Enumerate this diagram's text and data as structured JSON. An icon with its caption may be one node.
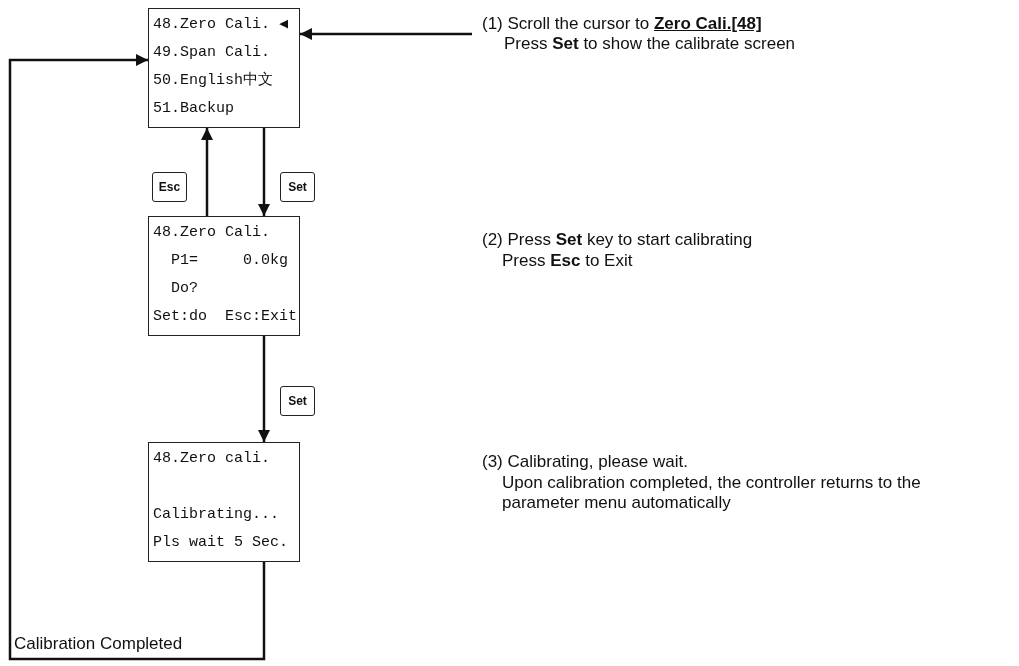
{
  "diagram": {
    "nodes": [
      {
        "text": [
          "48.Zero Cali. ◀",
          "49.Span Cali.",
          "50.English中文",
          "51.Backup"
        ]
      },
      {
        "text": [
          "48.Zero Cali.",
          "  P1=     0.0kg",
          "  Do?",
          "Set:do  Esc:Exit"
        ]
      },
      {
        "text": [
          "48.Zero cali.",
          "Calibrating...",
          "Pls wait 5 Sec."
        ]
      },
      {
        "text": [
          "Esc"
        ]
      },
      {
        "text": [
          "Set"
        ]
      },
      {
        "text": [
          "Set"
        ]
      },
      {
        "text": [
          "(1)  Scroll the cursor to **Zero Cali.[48]**",
          "Press **Set** to show the calibrate screen"
        ]
      }
    ],
    "edges": [
      {
        "from": 6,
        "to": 0,
        "arrow": "to"
      },
      {
        "from": 0,
        "to": 1,
        "arrow": "to"
      },
      {
        "from": 1,
        "to": 0,
        "arrow": "to"
      },
      {
        "from": 1,
        "to": 2,
        "arrow": "to"
      },
      {
        "from": 2,
        "to": 0,
        "arrow": "to",
        "label": "Calibration Completed"
      }
    ],
    "labels": [
      "(2) Press **Set** key to start calibrating",
      "Press **Esc** to Exit",
      "(3) Calibrating, please wait.",
      "Upon calibration completed, the controller returns to the parameter menu automatically"
    ]
  }
}
